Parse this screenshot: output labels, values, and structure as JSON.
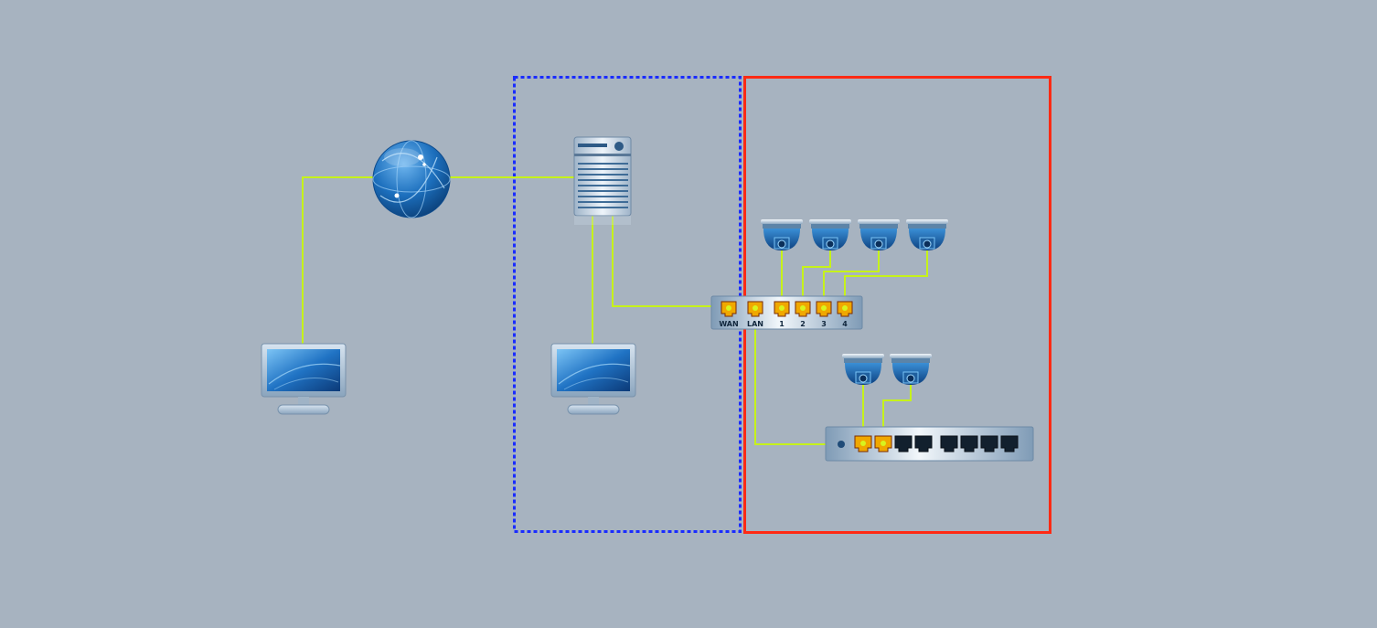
{
  "colors": {
    "background": "#a7b3c0",
    "cable": "#c6f21a",
    "dmz_zone_border": "#1a2cff",
    "camera_zone_border": "#ff2a14",
    "port_active": "#f0a800",
    "port_inactive": "#12202e"
  },
  "icons": {
    "globe": "internet-globe-icon",
    "server": "server-tower-icon",
    "monitor": "desktop-monitor-icon",
    "camera": "dome-camera-icon",
    "router": "router-icon",
    "switch": "network-switch-icon"
  },
  "router": {
    "port_labels": [
      "WAN",
      "LAN",
      "1",
      "2",
      "3",
      "4"
    ]
  },
  "switch": {
    "active_ports": 2,
    "total_ports": 8
  }
}
